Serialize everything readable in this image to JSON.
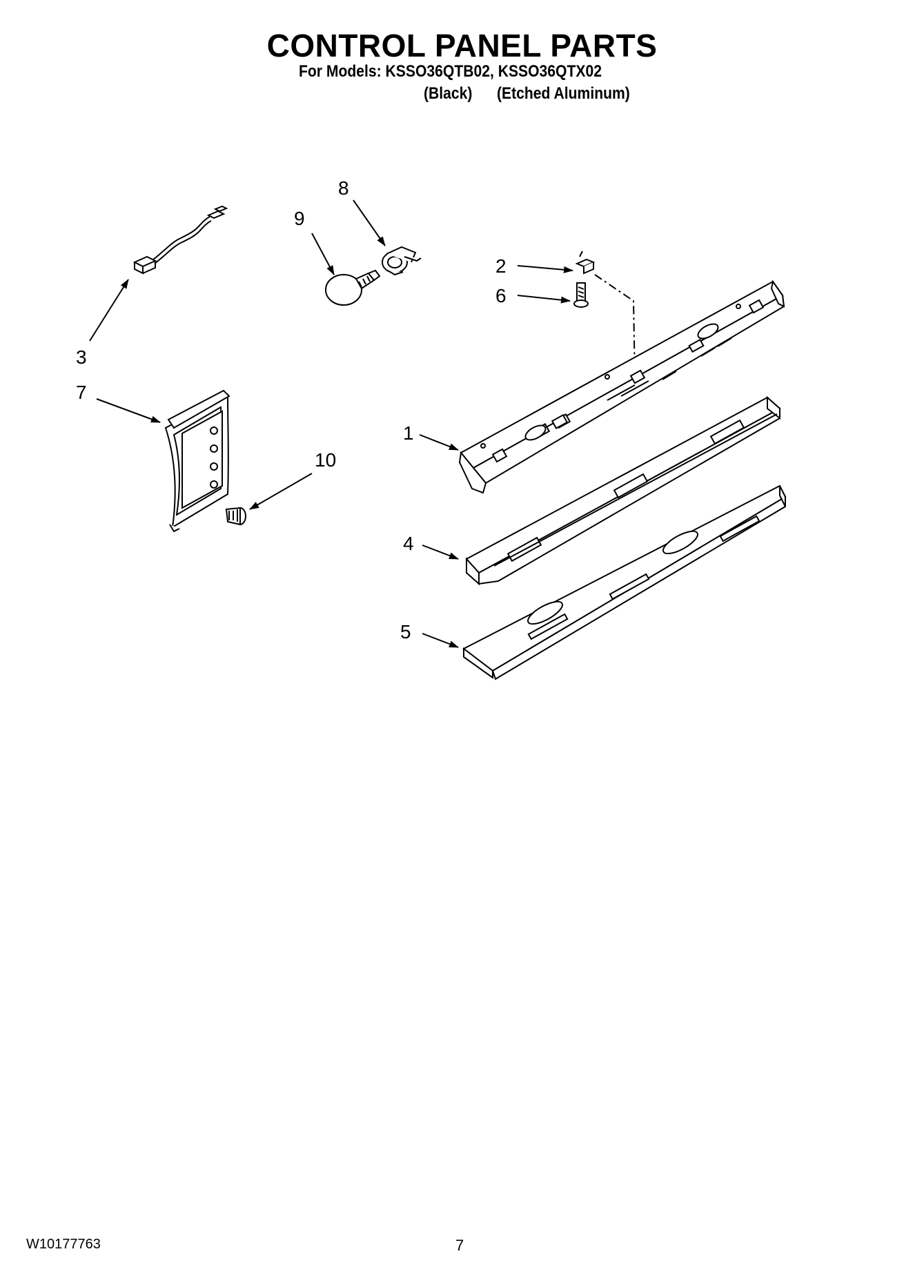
{
  "header": {
    "title": "CONTROL PANEL PARTS",
    "models_line": "For Models: KSSO36QTB02, KSSO36QTX02",
    "finish_black": "(Black)",
    "finish_aluminum": "(Etched Aluminum)"
  },
  "callouts": {
    "c1": "1",
    "c2": "2",
    "c3": "3",
    "c4": "4",
    "c5": "5",
    "c6": "6",
    "c7": "7",
    "c8": "8",
    "c9": "9",
    "c10": "10"
  },
  "footer": {
    "doc_number": "W10177763",
    "page_number": "7"
  }
}
